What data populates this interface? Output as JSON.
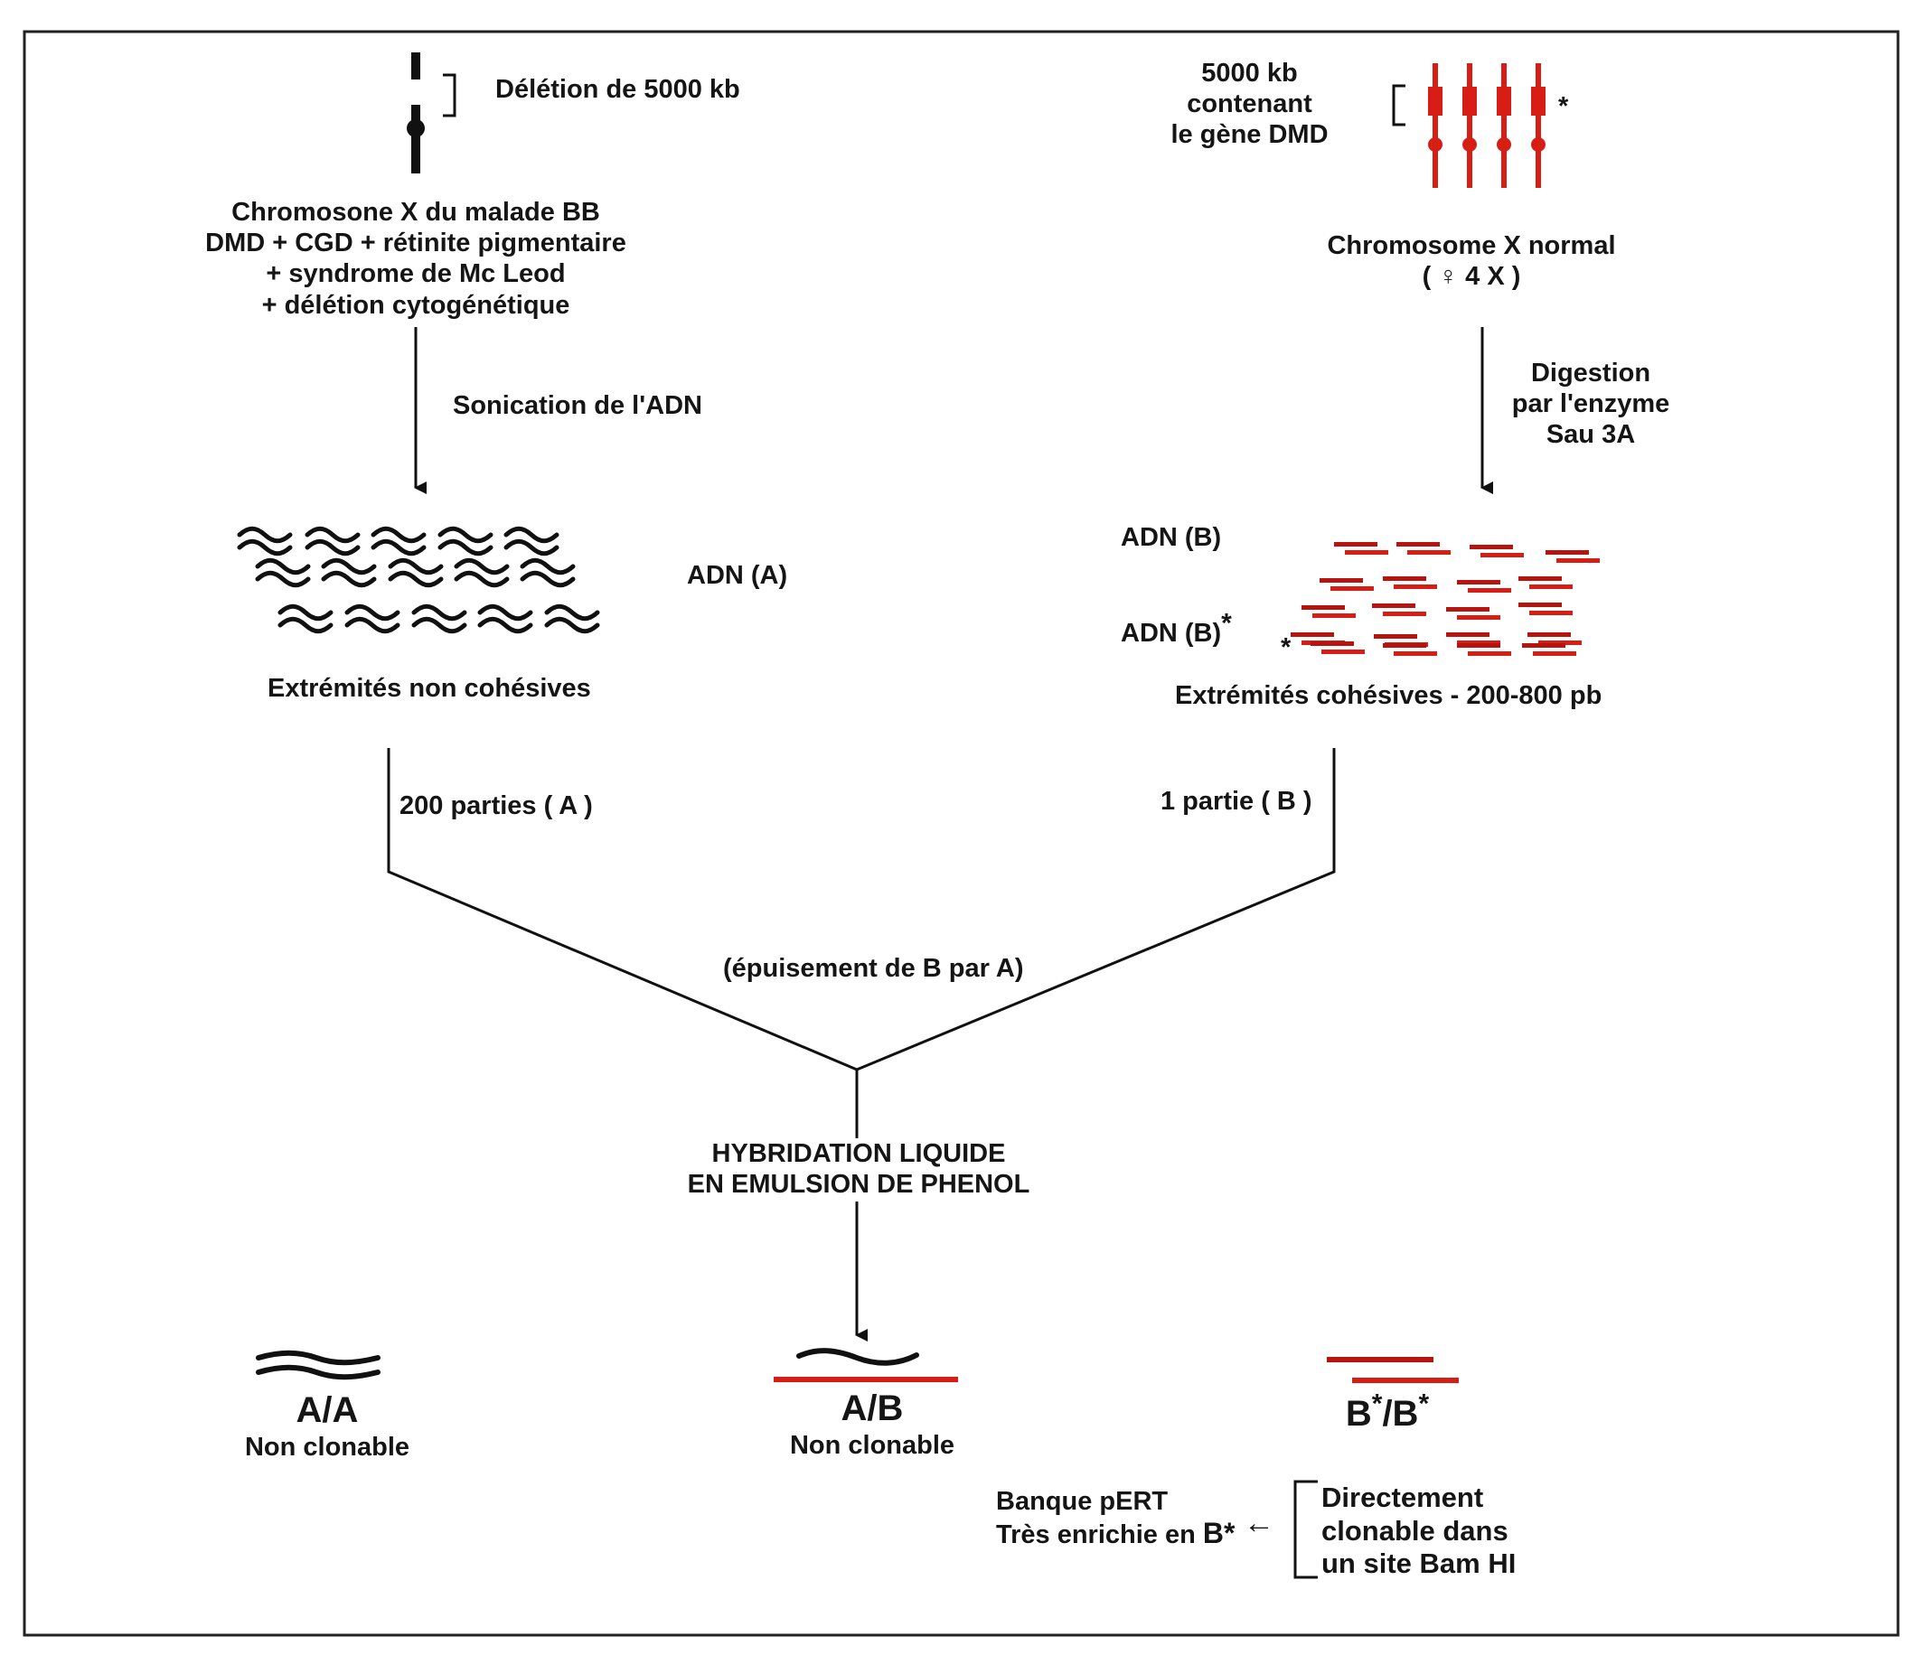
{
  "top_left": {
    "deletion_label": "Délétion de 5000 kb",
    "chromosome_caption": [
      "Chromosone X du malade BB",
      "DMD  +  CGD + rétinite pigmentaire",
      "+ syndrome de Mc Leod",
      "+ délétion cytogénétique"
    ],
    "process_label": "Sonication de l'ADN",
    "dna_label": "ADN  (A)",
    "ends_label": "Extrémités non cohésives",
    "portion_label": "200 parties ( A )"
  },
  "top_right": {
    "region_label": [
      "5000 kb",
      "contenant",
      "le gène DMD"
    ],
    "asterisk": "*",
    "chromosome_caption": [
      "Chromosome X normal",
      "( ♀  4 X )"
    ],
    "process_label": [
      "Digestion",
      "par l'enzyme",
      "Sau 3A"
    ],
    "dna_label_1": "ADN  (B)",
    "dna_label_2": "ADN  (B)",
    "ends_label": "Extrémités cohésives   -   200-800 pb",
    "portion_label": "1 partie ( B )"
  },
  "center": {
    "depletion_label": "(épuisement de B par A)",
    "hybridization_label": [
      "HYBRIDATION LIQUIDE",
      "EN EMULSION DE PHENOL"
    ]
  },
  "results": [
    {
      "name": "A/A",
      "caption": "Non clonable"
    },
    {
      "name": "A/B",
      "caption": "Non clonable"
    },
    {
      "name_parts": [
        "B",
        "*",
        "/B",
        "*"
      ]
    }
  ],
  "library": {
    "line1": "Banque pERT",
    "line2": "Très enrichie en",
    "target": "B*",
    "arrow": "←",
    "clonable_label": [
      "Directement",
      "clonable dans",
      "un site Bam HI"
    ]
  },
  "colors": {
    "black": "#111111",
    "red": "#d81e14",
    "dark_red": "#b8140f"
  }
}
